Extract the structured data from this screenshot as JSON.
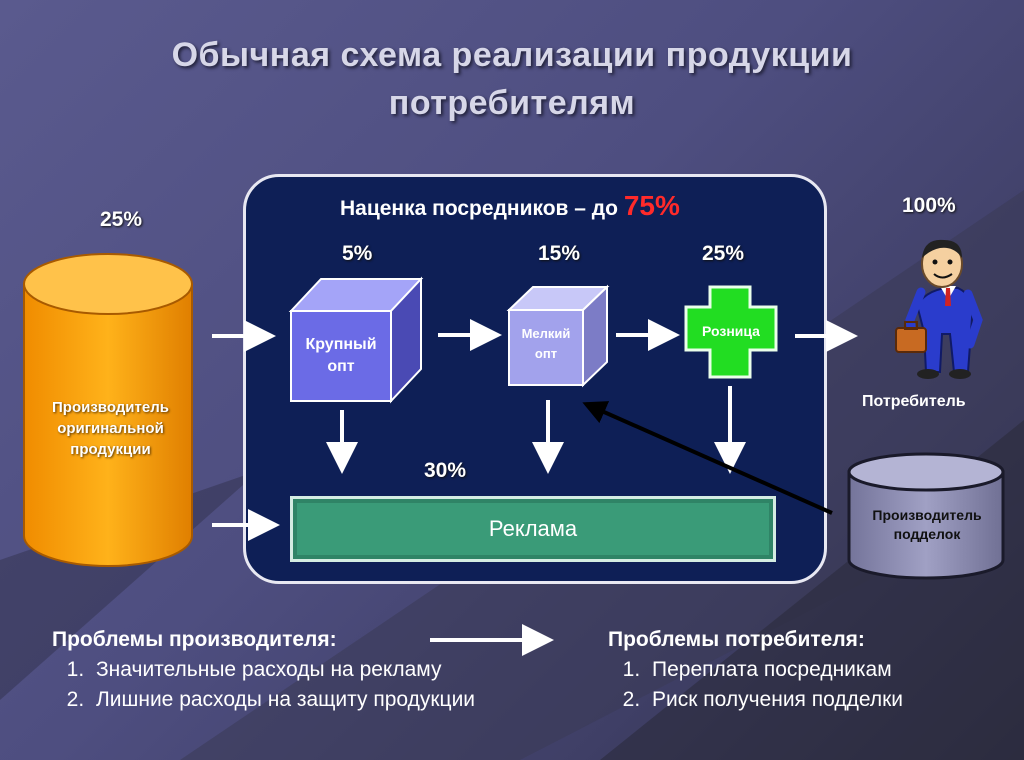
{
  "title": {
    "line1": "Обычная схема реализации продукции",
    "line2": "потребителям"
  },
  "producer": {
    "percent": "25%",
    "label_line1": "Производитель",
    "label_line2": "оригинальной",
    "label_line3": "продукции"
  },
  "markup": {
    "label": "Наценка посредников – до",
    "value": "75%"
  },
  "stages": [
    {
      "percent": "5%",
      "label_line1": "Крупный",
      "label_line2": "опт"
    },
    {
      "percent": "15%",
      "label_line1": "Мелкий",
      "label_line2": "опт"
    },
    {
      "percent": "25%",
      "label_line1": "Розница",
      "label_line2": ""
    }
  ],
  "advertising": {
    "percent": "30%",
    "label": "Реклама"
  },
  "consumer": {
    "percent": "100%",
    "label": "Потребитель"
  },
  "counterfeiter": {
    "label_line1": "Производитель",
    "label_line2": "подделок"
  },
  "producer_problems": {
    "heading": "Проблемы производителя:",
    "items": [
      "Значительные расходы на рекламу",
      "Лишние расходы на защиту продукции"
    ]
  },
  "consumer_problems": {
    "heading": "Проблемы потребителя:",
    "items": [
      "Переплата посредникам",
      "Риск получения подделки"
    ]
  },
  "colors": {
    "panel": "#0e1f56",
    "producer_cylinder": "#f5a000",
    "wholesale_box": "#6b6be6",
    "retail_cross": "#22dd22",
    "advertising_bar": "#3a9b78",
    "markup_highlight": "#ff2a2a"
  }
}
